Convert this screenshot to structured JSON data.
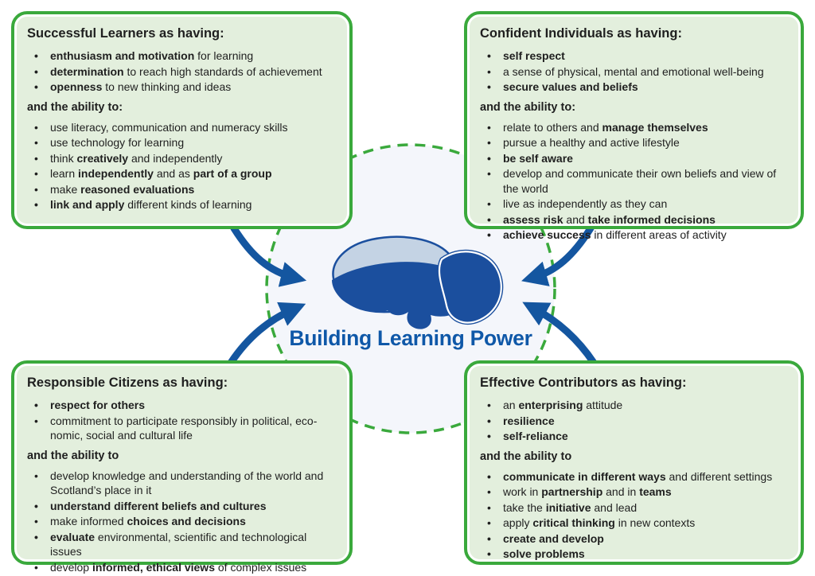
{
  "colors": {
    "box_border": "#3aa93c",
    "box_fill": "#e3efdd",
    "dash_green": "#3aa93c",
    "circle_fill": "#f4f6fb",
    "arrow_blue": "#1456a0",
    "logo_navy": "#1b4f9e",
    "logo_light_blue": "#c4d3e4",
    "logo_text_blue": "#0f58a8",
    "text_dark": "#1f1f1f"
  },
  "center": {
    "logo_text": "Building Learning Power",
    "logo_icon": "blp-brain-logo-icon"
  },
  "boxes": [
    {
      "id": "successful-learners",
      "title": "Successful Learners as having:",
      "ability_label": "and the ability to:",
      "having": [
        [
          {
            "t": "enthusiasm and motivation",
            "b": true
          },
          {
            "t": " for learning"
          }
        ],
        [
          {
            "t": "determination",
            "b": true
          },
          {
            "t": " to reach high standards of achievement"
          }
        ],
        [
          {
            "t": "openness",
            "b": true
          },
          {
            "t": " to new thinking and ideas"
          }
        ]
      ],
      "ability": [
        [
          {
            "t": "use literacy, communication and numeracy skills"
          }
        ],
        [
          {
            "t": "use technology for learning"
          }
        ],
        [
          {
            "t": "think "
          },
          {
            "t": "creatively",
            "b": true
          },
          {
            "t": " and independently"
          }
        ],
        [
          {
            "t": "learn "
          },
          {
            "t": "independently",
            "b": true
          },
          {
            "t": " and as "
          },
          {
            "t": "part of a group",
            "b": true
          }
        ],
        [
          {
            "t": "make "
          },
          {
            "t": "reasoned evaluations",
            "b": true
          }
        ],
        [
          {
            "t": "link and apply",
            "b": true
          },
          {
            "t": " different kinds of learning"
          }
        ]
      ]
    },
    {
      "id": "confident-individuals",
      "title": "Confident Individuals as having:",
      "ability_label": "and the ability to:",
      "having": [
        [
          {
            "t": "self respect",
            "b": true
          }
        ],
        [
          {
            "t": "a sense of physical, mental and emotional well-being"
          }
        ],
        [
          {
            "t": "secure values and beliefs",
            "b": true
          }
        ]
      ],
      "ability": [
        [
          {
            "t": "relate to others and "
          },
          {
            "t": "manage themselves",
            "b": true
          }
        ],
        [
          {
            "t": "pursue a healthy and active lifestyle"
          }
        ],
        [
          {
            "t": "be self aware",
            "b": true
          }
        ],
        [
          {
            "t": "develop and communicate their own beliefs and view of the world"
          }
        ],
        [
          {
            "t": "live as independently as they can"
          }
        ],
        [
          {
            "t": "assess risk",
            "b": true
          },
          {
            "t": " and "
          },
          {
            "t": "take informed decisions",
            "b": true
          }
        ],
        [
          {
            "t": "achieve success",
            "b": true
          },
          {
            "t": " in different areas of activity"
          }
        ]
      ]
    },
    {
      "id": "responsible-citizens",
      "title": "Responsible Citizens as having:",
      "ability_label": "and the ability to",
      "having": [
        [
          {
            "t": "respect for others",
            "b": true
          }
        ],
        [
          {
            "t": "commitment to participate responsibly in political, eco-"
          },
          {
            "t": "nomic, social and cultural life",
            "brBefore": true
          }
        ]
      ],
      "ability": [
        [
          {
            "t": "develop knowledge and understanding of the world and Scotland’s place in it"
          }
        ],
        [
          {
            "t": "understand different beliefs and cultures",
            "b": true
          }
        ],
        [
          {
            "t": "make informed "
          },
          {
            "t": "choices and decisions",
            "b": true
          }
        ],
        [
          {
            "t": "evaluate",
            "b": true
          },
          {
            "t": " environmental, scientific and technological issues"
          }
        ],
        [
          {
            "t": "develop "
          },
          {
            "t": "informed, ethical views",
            "b": true
          },
          {
            "t": " of complex issues"
          }
        ]
      ]
    },
    {
      "id": "effective-contributors",
      "title": "Effective Contributors as having:",
      "ability_label": "and the ability to",
      "having": [
        [
          {
            "t": "an "
          },
          {
            "t": "enterprising",
            "b": true
          },
          {
            "t": " attitude"
          }
        ],
        [
          {
            "t": "resilience",
            "b": true
          }
        ],
        [
          {
            "t": "self-reliance",
            "b": true
          }
        ]
      ],
      "ability": [
        [
          {
            "t": "communicate in different ways",
            "b": true
          },
          {
            "t": " and different settings"
          }
        ],
        [
          {
            "t": "work in "
          },
          {
            "t": "partnership",
            "b": true
          },
          {
            "t": " and in "
          },
          {
            "t": "teams",
            "b": true
          }
        ],
        [
          {
            "t": "take the "
          },
          {
            "t": "initiative",
            "b": true
          },
          {
            "t": " and lead"
          }
        ],
        [
          {
            "t": "apply "
          },
          {
            "t": "critical thinking",
            "b": true
          },
          {
            "t": " in new contexts"
          }
        ],
        [
          {
            "t": "create and develop",
            "b": true
          }
        ],
        [
          {
            "t": "solve problems",
            "b": true
          }
        ]
      ]
    }
  ]
}
